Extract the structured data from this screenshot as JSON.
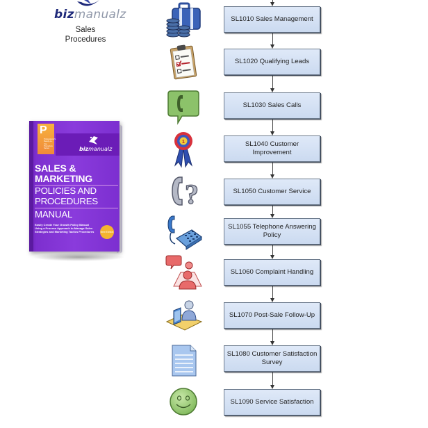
{
  "logo": {
    "brand_bold": "biz",
    "brand_light": "manualz",
    "icon": "bird-swoosh-icon",
    "colors": {
      "bold": "#1f2a7a",
      "light": "#8f97a8"
    }
  },
  "subtitle": {
    "line1": "Sales",
    "line2": "Procedures"
  },
  "book": {
    "tab_letter": "P",
    "tab_text": "Professional's Ready-to-Use Procedure Series",
    "brand_bold": "biz",
    "brand_light": "manualz",
    "title_line1": "SALES &",
    "title_line2": "MARKETING",
    "title_line3": "POLICIES AND",
    "title_line4": "PROCEDURES",
    "title_line5": "MANUAL",
    "blurb": "Easily Create Your Growth Policy Manual Using a Process Approach to Manage Sales Strategies and Marketing Tactics Procedures",
    "badge": "New Edition",
    "colors": {
      "cover": "#8a3bdc",
      "tab": "#f4a23a"
    }
  },
  "flow": {
    "box_color": "#d3e0f4",
    "steps": [
      {
        "label": "SL1010 Sales Management",
        "icon": "briefcase-coins-icon"
      },
      {
        "label": "SL1020 Qualifying Leads",
        "icon": "clipboard-checklist-icon"
      },
      {
        "label": "SL1030 Sales Calls",
        "icon": "phone-speech-bubble-icon"
      },
      {
        "label": "SL1040 Customer Improvement",
        "icon": "award-ribbon-icon"
      },
      {
        "label": "SL1050 Customer Service",
        "icon": "phone-question-icon"
      },
      {
        "label": "SL1055 Telephone Answering Policy",
        "icon": "desk-telephone-icon"
      },
      {
        "label": "SL1060 Complaint Handling",
        "icon": "person-complaint-icon"
      },
      {
        "label": "SL1070 Post-Sale Follow-Up",
        "icon": "person-at-desk-icon"
      },
      {
        "label": "SL1080 Customer Satisfaction Survey",
        "icon": "document-icon"
      },
      {
        "label": "SL1090 Service Satisfaction",
        "icon": "smiley-face-icon"
      }
    ]
  }
}
